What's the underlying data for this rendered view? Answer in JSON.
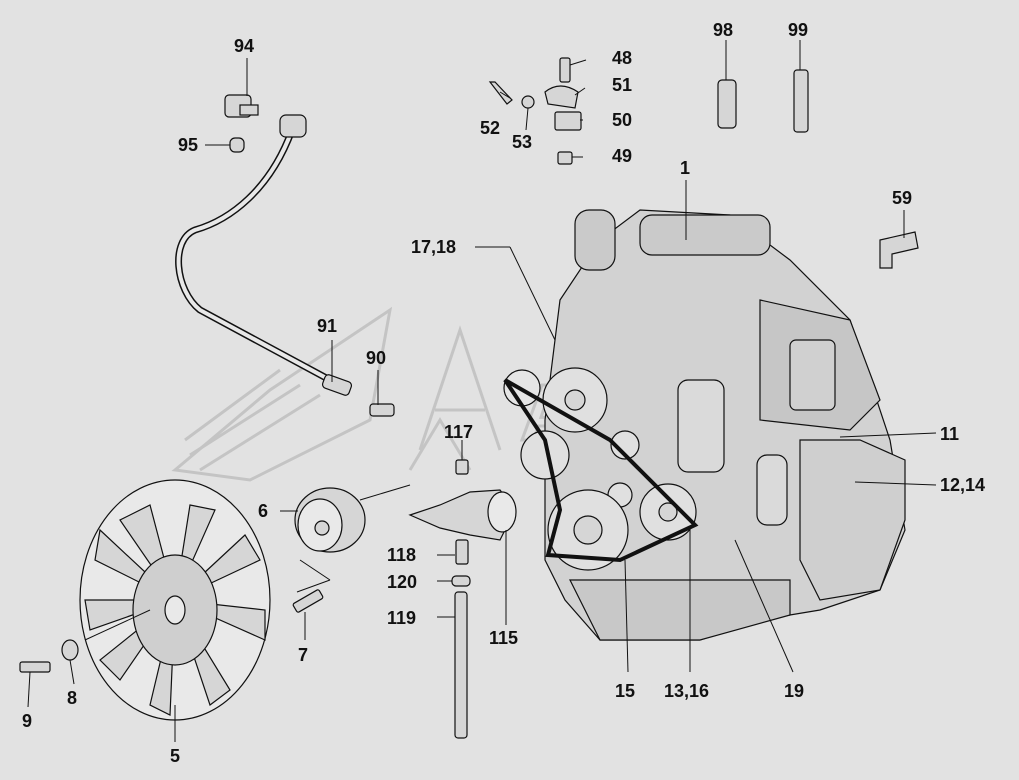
{
  "colors": {
    "background": "#e2e2e2",
    "line": "#111111",
    "part_fill": "#d6d6d6",
    "watermark": "#c4c4c4"
  },
  "labels": {
    "l1": "1",
    "l5": "5",
    "l6": "6",
    "l7": "7",
    "l8": "8",
    "l9": "9",
    "l11": "11",
    "l12_14": "12,14",
    "l13_16": "13,16",
    "l15": "15",
    "l17_18": "17,18",
    "l19": "19",
    "l48": "48",
    "l49": "49",
    "l50": "50",
    "l51": "51",
    "l52": "52",
    "l53": "53",
    "l59": "59",
    "l90": "90",
    "l91": "91",
    "l94": "94",
    "l95": "95",
    "l98": "98",
    "l99": "99",
    "l115": "115",
    "l117": "117",
    "l118": "118",
    "l119": "119",
    "l120": "120"
  },
  "watermark": {
    "text": "AEP"
  }
}
